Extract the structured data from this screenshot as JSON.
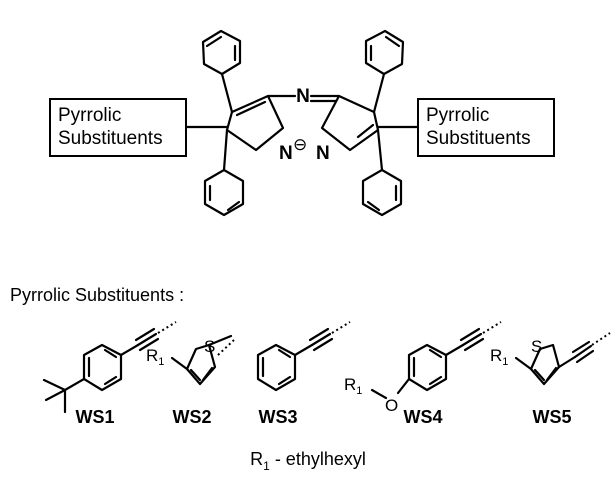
{
  "core": {
    "box_left_line1": "Pyrrolic",
    "box_left_line2": "Substituents",
    "box_right_line1": "Pyrrolic",
    "box_right_line2": "Substituents",
    "atom_n_bridge": "N",
    "atom_n_left": "N",
    "atom_n_right": "N",
    "charge_symbol": "⊖"
  },
  "section_label": "Pyrrolic Substituents :",
  "substituents": [
    {
      "id": "WS1"
    },
    {
      "id": "WS2",
      "r_label": "R",
      "r_sub": "1",
      "hetero": "S"
    },
    {
      "id": "WS3"
    },
    {
      "id": "WS4",
      "r_label": "R",
      "r_sub": "1",
      "hetero": "O"
    },
    {
      "id": "WS5",
      "r_label": "R",
      "r_sub": "1",
      "hetero": "S"
    }
  ],
  "footnote": {
    "r": "R",
    "sub": "1",
    "text": " - ethylhexyl"
  }
}
